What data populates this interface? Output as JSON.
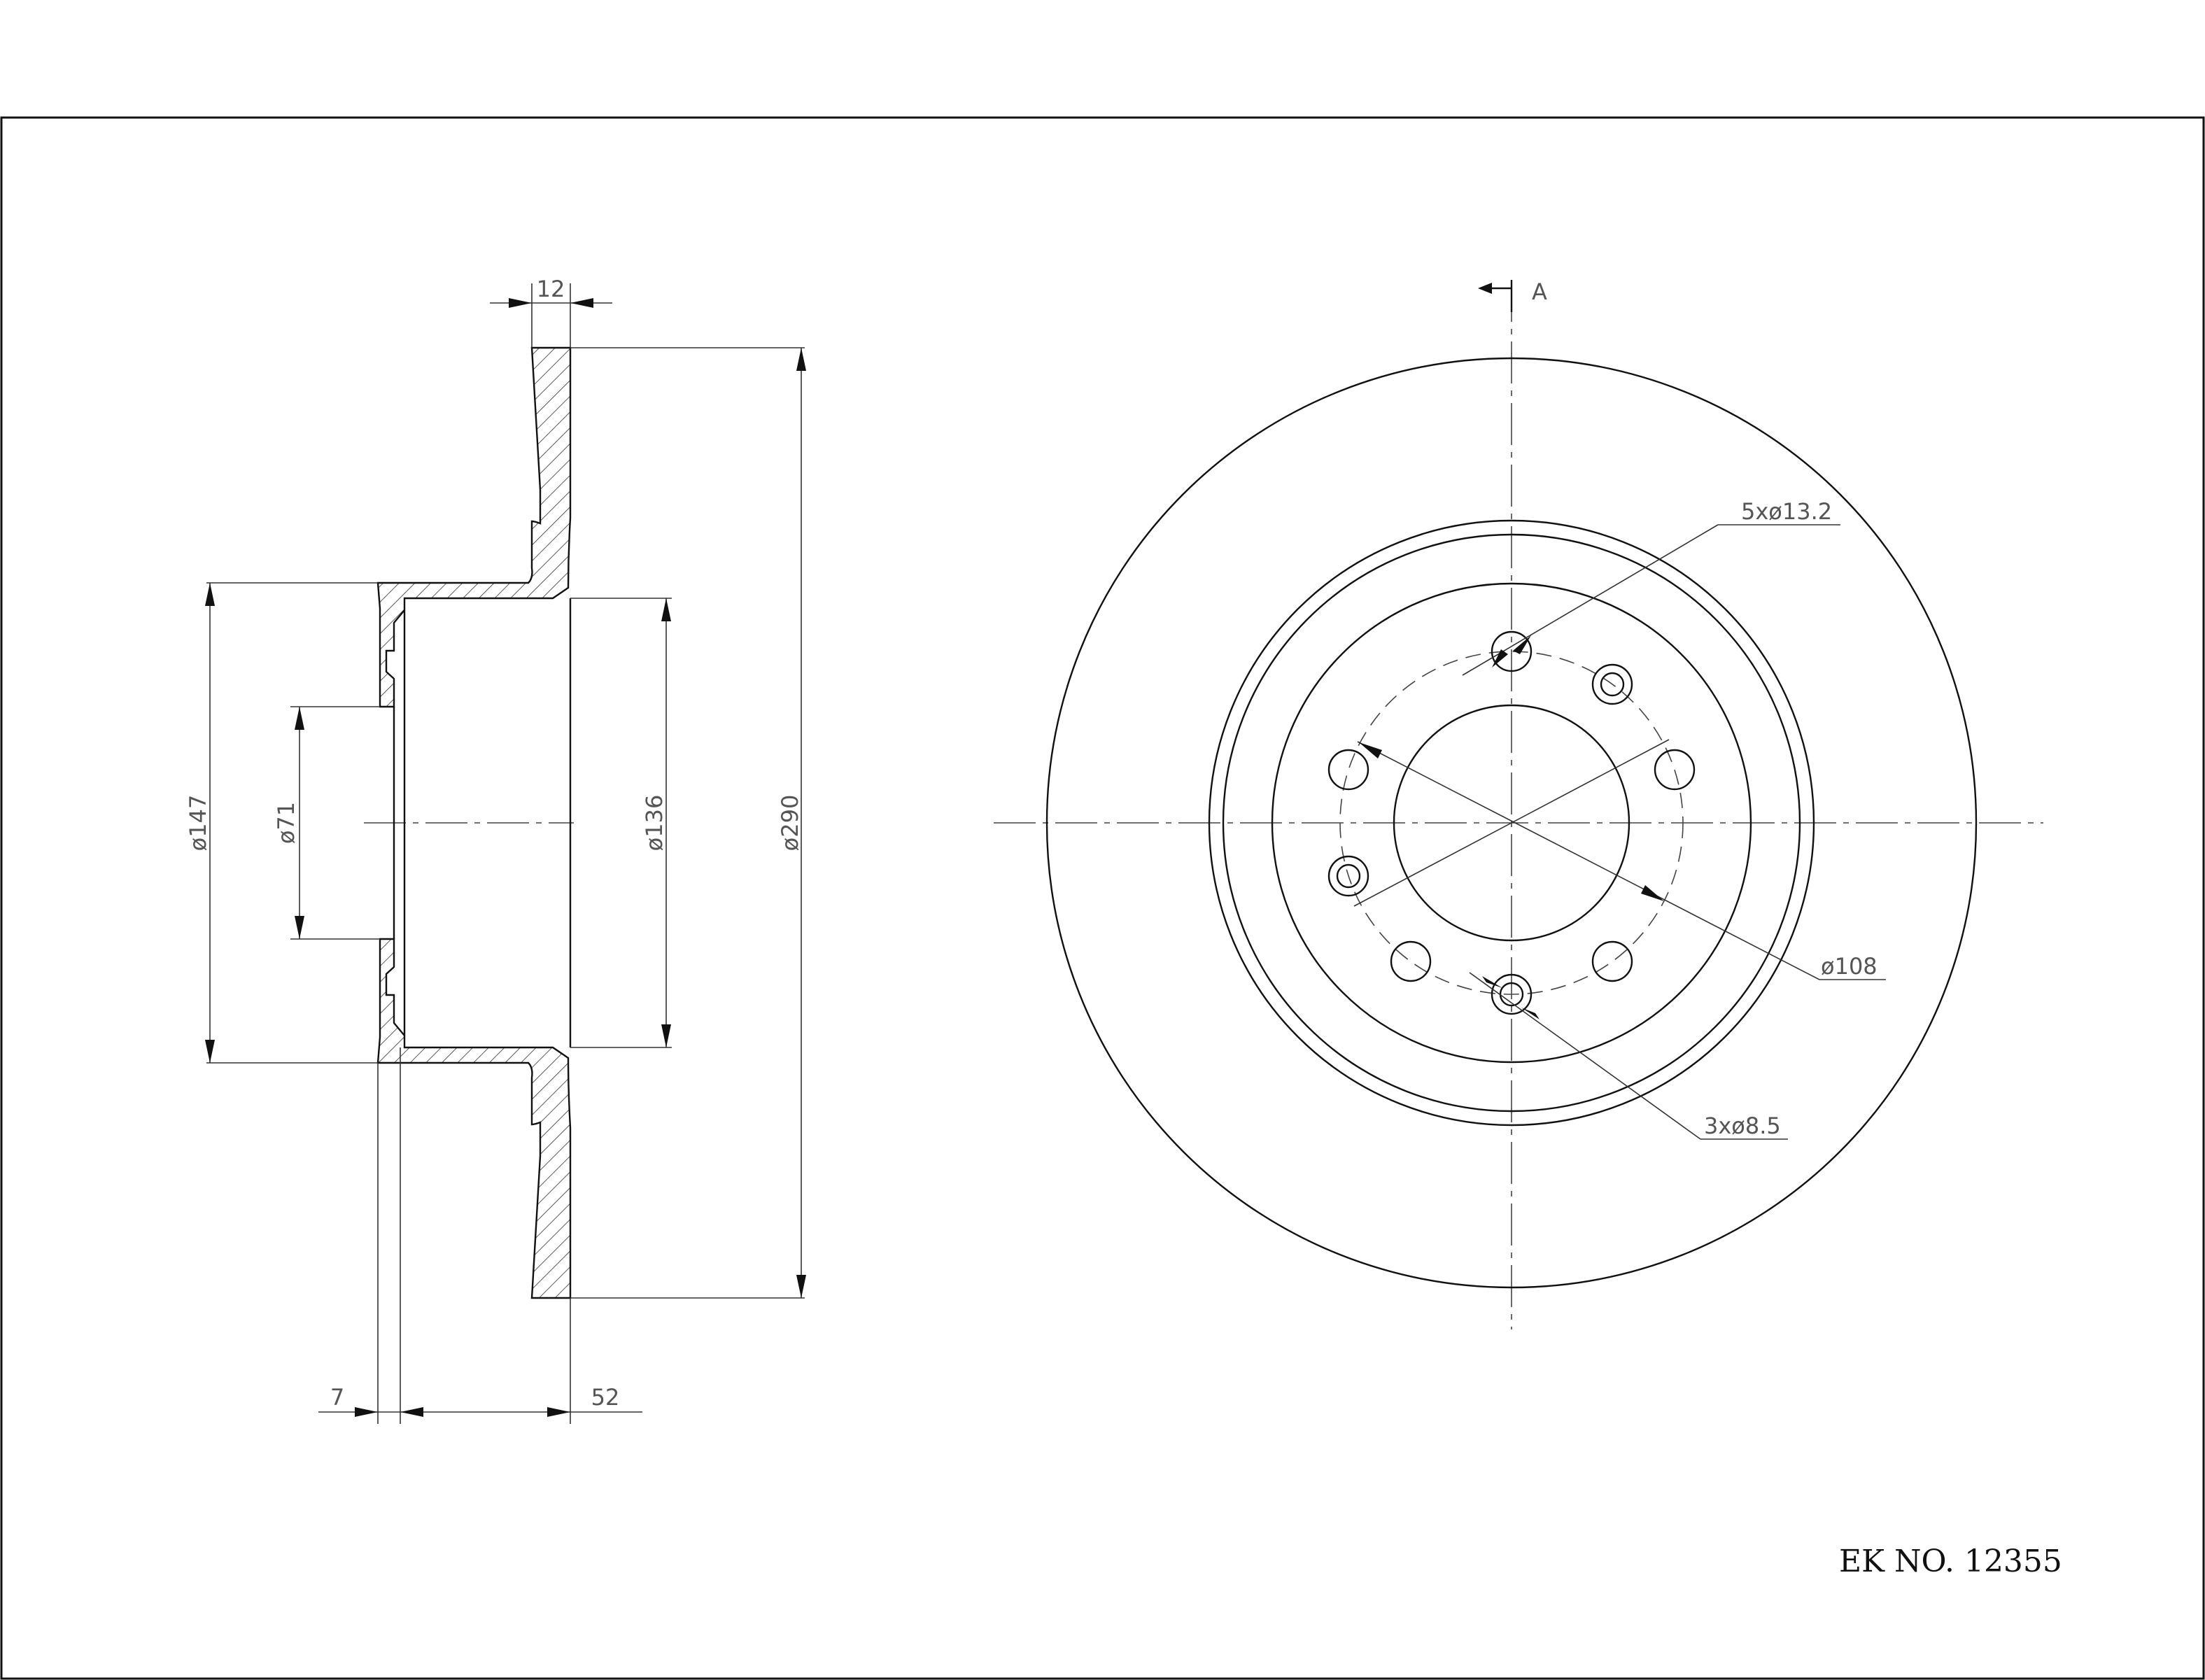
{
  "section_marker": "A",
  "part_number": "EK  NO. 12355",
  "dimensions": {
    "disc_thickness": "12",
    "overall_diameter": "ø290",
    "hub_outer_diameter": "ø147",
    "center_bore": "ø71",
    "hub_inner_diameter": "ø136",
    "hat_thickness": "7",
    "overall_height": "52",
    "bolt_holes": "5xø13.2",
    "pitch_circle": "ø108",
    "small_holes": "3xø8.5"
  }
}
